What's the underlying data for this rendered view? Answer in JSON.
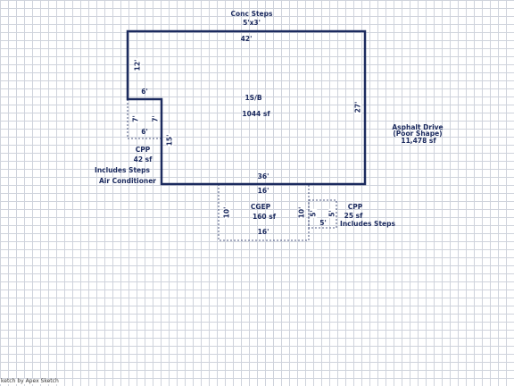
{
  "colors": {
    "line": "#1b2a5e",
    "grid": "#cfd3dc",
    "background": "#ffffff"
  },
  "labels": {
    "conc_steps_title": "Conc Steps",
    "conc_steps_size": "5'x3'",
    "house_top": "42'",
    "house_left_upper": "12'",
    "house_notch_top": "6'",
    "house_notch_inner_left": "7'",
    "house_notch_inner_right": "7'",
    "house_notch_bottom": "6'",
    "house_left_lower": "15'",
    "house_right": "27'",
    "house_bottom": "36'",
    "house_name": "1S/B",
    "house_area": "1044 sf",
    "cpp_left_name": "CPP",
    "cpp_left_area": "42 sf",
    "cpp_left_note": "Includes Steps",
    "air_conditioner": "Air Conditioner",
    "asphalt_title": "Asphalt Drive",
    "asphalt_subtitle": "(Poor Shape)",
    "asphalt_area": "11,478 sf",
    "cgep_top": "16'",
    "cgep_left": "10'",
    "cgep_right": "10'",
    "cgep_bottom": "16'",
    "cgep_name": "CGEP",
    "cgep_area": "160 sf",
    "cpp_right_left": "5'",
    "cpp_right_right": "5'",
    "cpp_right_bottom": "5'",
    "cpp_right_name": "CPP",
    "cpp_right_area": "25 sf",
    "cpp_right_note": "Includes Steps",
    "credit": "ketch by Apex Sketch"
  }
}
